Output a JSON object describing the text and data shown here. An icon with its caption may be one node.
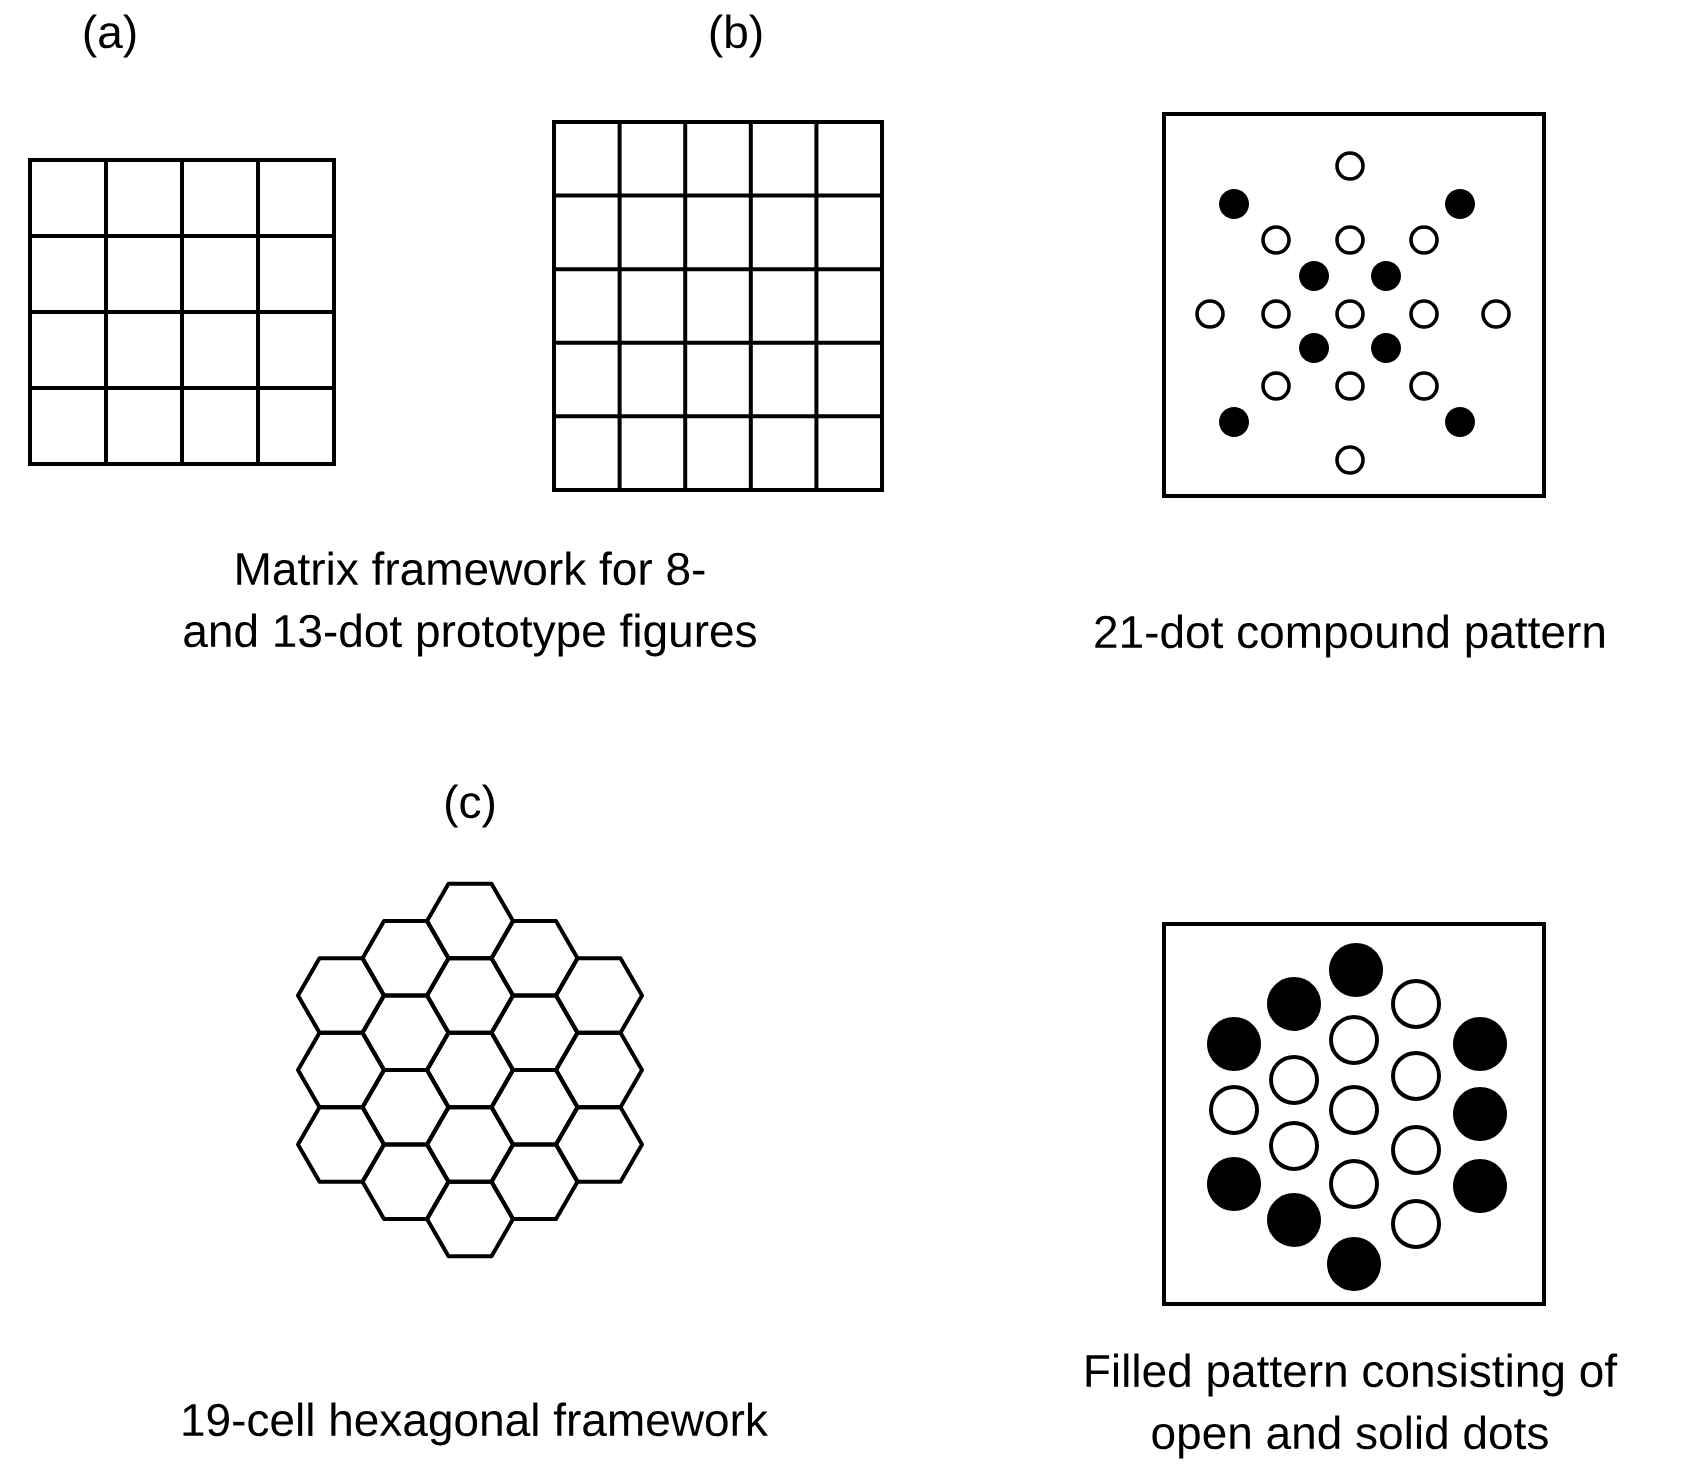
{
  "diagram": {
    "labels": [
      "(a)",
      "(b)",
      "Matrix framework for 8- and 13-dot prototype figures",
      "21-dot compound pattern",
      "(c)",
      "19-cell hexagonal framework",
      "Filled pattern consisting of open and solid dots"
    ]
  }
}
